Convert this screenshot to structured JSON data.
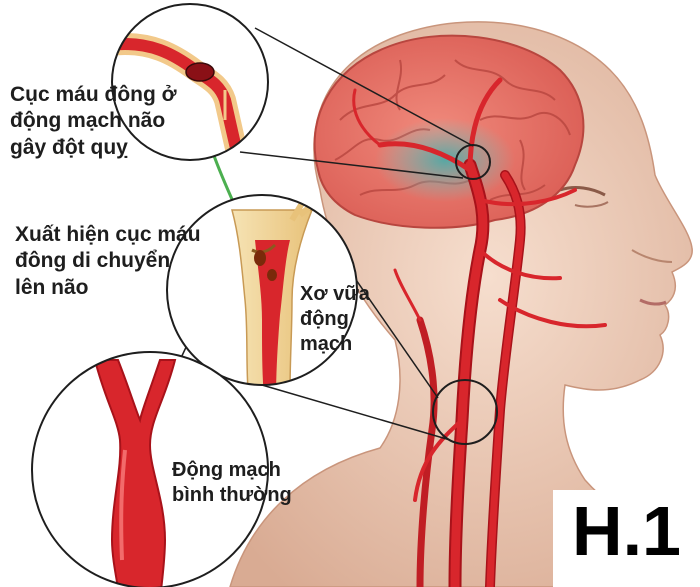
{
  "labels": {
    "clot_brain": "Cục máu đông ở\nđộng mạch não\ngây đột quỵ",
    "clot_moving": "Xuất hiện cục máu\nđông di chuyển\nlên não",
    "atherosclerosis": "Xơ vữa\nđộng\nmạch",
    "normal_artery": "Động mạch\nbình thường"
  },
  "figure_tag": "H.1",
  "colors": {
    "artery": "#d8262c",
    "artery_dark": "#a8121a",
    "brain": "#e2746a",
    "skin": "#ecc9b4",
    "clot_zone": "#6fb9b4",
    "plaque": "#f1d79a",
    "outline": "#2a2a2a"
  }
}
